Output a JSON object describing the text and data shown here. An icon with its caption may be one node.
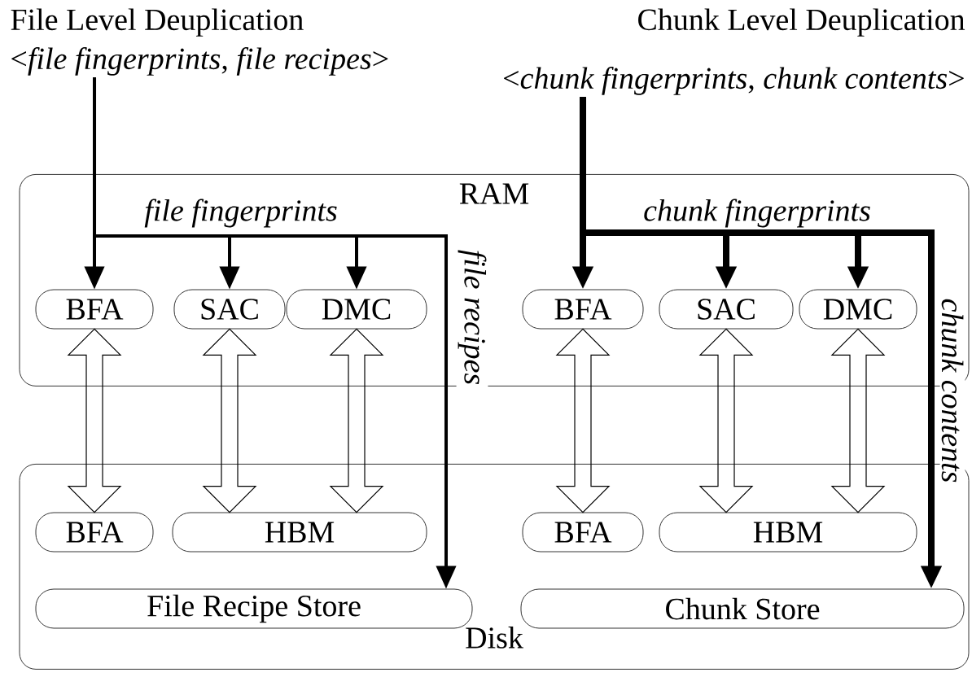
{
  "diagram": {
    "nodes": [
      {
        "text": [
          "RAM"
        ]
      },
      {
        "text": [
          "Disk"
        ]
      },
      {
        "text": [
          "File Level Deuplication",
          "<*file fingerprints*, *file recipes*>"
        ]
      },
      {
        "text": [
          "Chunk Level Deuplication",
          "<*chunk fingerprints*, *chunk contents*>"
        ]
      },
      {
        "text": [
          "BFA"
        ],
        "in": 0
      },
      {
        "text": [
          "SAC"
        ],
        "in": 0
      },
      {
        "text": [
          "DMC"
        ],
        "in": 0
      },
      {
        "text": [
          "BFA"
        ],
        "in": 0
      },
      {
        "text": [
          "SAC"
        ],
        "in": 0
      },
      {
        "text": [
          "DMC"
        ],
        "in": 0
      },
      {
        "text": [
          "BFA"
        ],
        "in": 1
      },
      {
        "text": [
          "HBM"
        ],
        "in": 1
      },
      {
        "text": [
          "File Recipe Store"
        ],
        "in": 1
      },
      {
        "text": [
          "BFA"
        ],
        "in": 1
      },
      {
        "text": [
          "HBM"
        ],
        "in": 1
      },
      {
        "text": [
          "Chunk Store"
        ],
        "in": 1
      }
    ],
    "edges": [
      {
        "from": 2,
        "to": 4,
        "arrow": "to"
      },
      {
        "from": 2,
        "to": 5,
        "arrow": "to"
      },
      {
        "from": 2,
        "to": 6,
        "arrow": "to",
        "label": "file fingerprints"
      },
      {
        "from": 2,
        "to": 12,
        "arrow": "to",
        "label": "file recipes"
      },
      {
        "from": 3,
        "to": 7,
        "arrow": "to",
        "style": "thick"
      },
      {
        "from": 3,
        "to": 8,
        "arrow": "to",
        "style": "thick"
      },
      {
        "from": 3,
        "to": 9,
        "arrow": "to",
        "style": "thick",
        "label": "chunk fingerprints"
      },
      {
        "from": 3,
        "to": 15,
        "arrow": "to",
        "style": "thick",
        "label": "chunk contents"
      },
      {
        "from": 4,
        "to": 10,
        "arrow": "both"
      },
      {
        "from": 5,
        "to": 11,
        "arrow": "both"
      },
      {
        "from": 6,
        "to": 11,
        "arrow": "both"
      },
      {
        "from": 7,
        "to": 13,
        "arrow": "both"
      },
      {
        "from": 8,
        "to": 14,
        "arrow": "both"
      },
      {
        "from": 9,
        "to": 14,
        "arrow": "both"
      }
    ]
  }
}
